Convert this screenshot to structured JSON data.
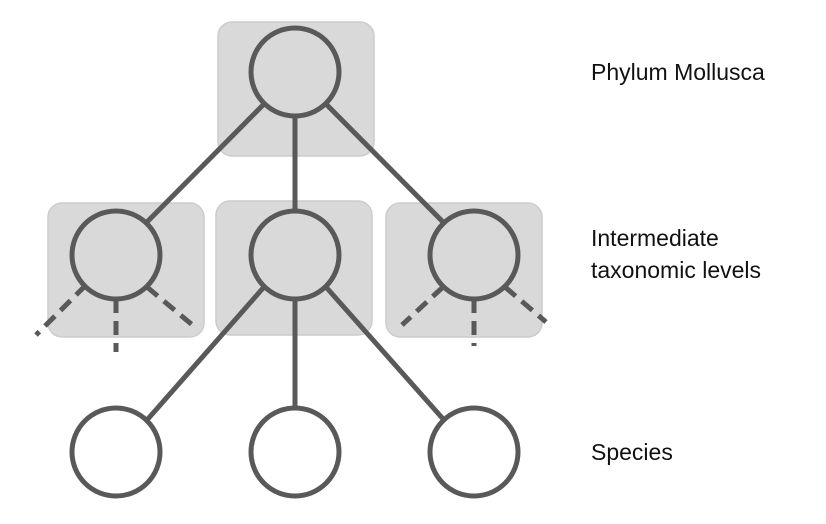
{
  "labels": {
    "top": "Phylum Mollusca",
    "middle_line1": "Intermediate",
    "middle_line2": "taxonomic levels",
    "bottom": "Species"
  },
  "colors": {
    "box_fill": "#d9d9d9",
    "box_stroke": "#cccccc",
    "line": "#595959",
    "node_fill_shaded": "#d9d9d9",
    "node_fill_leaf": "#ffffff"
  },
  "diagram": {
    "levels": [
      "phylum",
      "intermediate",
      "species"
    ],
    "edges": [
      {
        "from": "phylum",
        "to": "intermediate-left",
        "style": "solid"
      },
      {
        "from": "phylum",
        "to": "intermediate-center",
        "style": "solid"
      },
      {
        "from": "phylum",
        "to": "intermediate-right",
        "style": "solid"
      },
      {
        "from": "intermediate-center",
        "to": "species-left",
        "style": "solid"
      },
      {
        "from": "intermediate-center",
        "to": "species-center",
        "style": "solid"
      },
      {
        "from": "intermediate-center",
        "to": "species-right",
        "style": "solid"
      },
      {
        "from": "intermediate-left",
        "to": "unshown",
        "style": "dashed",
        "count": 3
      },
      {
        "from": "intermediate-right",
        "to": "unshown",
        "style": "dashed",
        "count": 3
      }
    ]
  }
}
